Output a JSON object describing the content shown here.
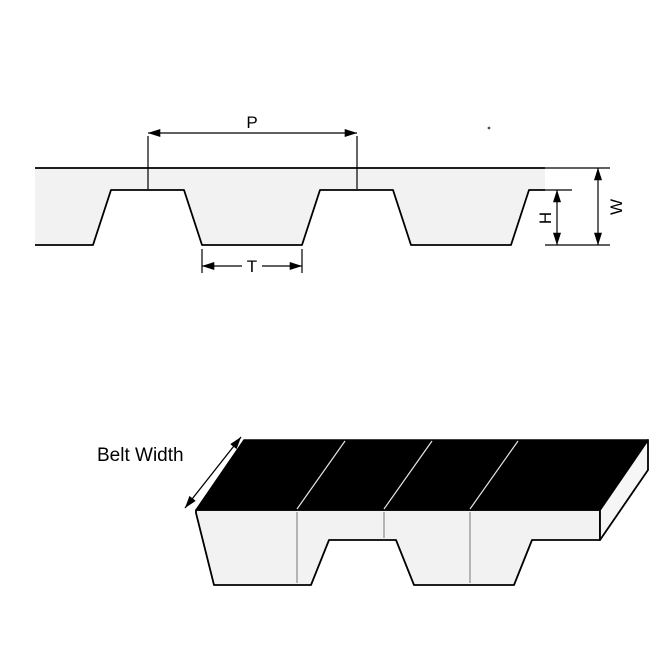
{
  "labels": {
    "pitch": "P",
    "tooth_width": "T",
    "tooth_height": "H",
    "belt_thickness": "W",
    "belt_width": "Belt Width"
  },
  "colors": {
    "background": "#ffffff",
    "line": "#000000",
    "belt_fill": "#f2f2f2",
    "belt_top_fill": "#000000",
    "belt_end_fill": "#f6f6f6"
  }
}
